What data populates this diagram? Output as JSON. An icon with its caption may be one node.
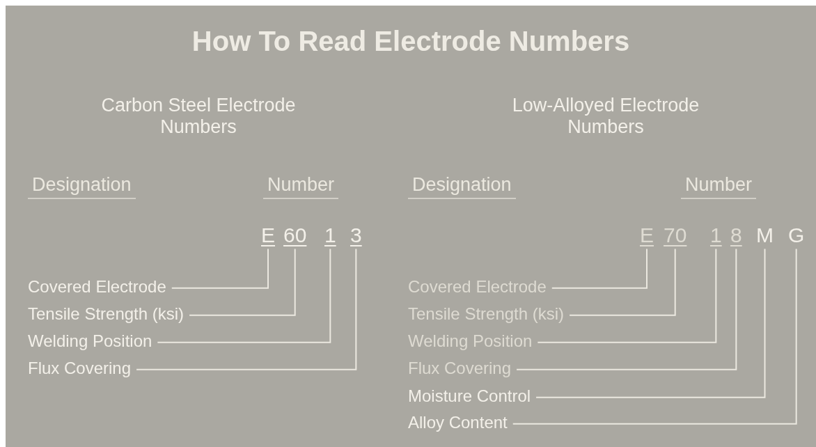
{
  "diagram": {
    "title": "How To Read Electrode Numbers",
    "nodes": [
      {
        "text": [
          "E"
        ]
      },
      {
        "text": [
          "60"
        ]
      },
      {
        "text": [
          "1"
        ]
      },
      {
        "text": [
          "3"
        ]
      },
      {
        "text": [
          "E"
        ]
      },
      {
        "text": [
          "70"
        ]
      },
      {
        "text": [
          "1"
        ]
      },
      {
        "text": [
          "8"
        ]
      },
      {
        "text": [
          "M"
        ]
      },
      {
        "text": [
          "G"
        ]
      },
      {
        "text": [
          "Covered Electrode"
        ]
      },
      {
        "text": [
          "Tensile Strength (ksi)"
        ]
      },
      {
        "text": [
          "Welding Position"
        ]
      },
      {
        "text": [
          "Flux Covering"
        ]
      },
      {
        "text": [
          "Covered Electrode"
        ]
      },
      {
        "text": [
          "Tensile Strength (ksi)"
        ]
      },
      {
        "text": [
          "Welding Position"
        ]
      },
      {
        "text": [
          "Flux Covering"
        ]
      },
      {
        "text": [
          "Moisture Control"
        ]
      },
      {
        "text": [
          "Alloy Content"
        ]
      }
    ],
    "edges": [
      {
        "from": 10,
        "to": 0,
        "arrow": "none"
      },
      {
        "from": 11,
        "to": 1,
        "arrow": "none"
      },
      {
        "from": 12,
        "to": 2,
        "arrow": "none"
      },
      {
        "from": 13,
        "to": 3,
        "arrow": "none"
      },
      {
        "from": 14,
        "to": 4,
        "arrow": "none"
      },
      {
        "from": 15,
        "to": 5,
        "arrow": "none"
      },
      {
        "from": 16,
        "to": 6,
        "arrow": "none"
      },
      {
        "from": 17,
        "to": 7,
        "arrow": "none"
      },
      {
        "from": 18,
        "to": 8,
        "arrow": "none"
      },
      {
        "from": 19,
        "to": 9,
        "arrow": "none"
      }
    ],
    "labels": [
      "Carbon Steel Electrode Numbers",
      "Low-Alloyed Electrode Numbers",
      "Designation",
      "Number",
      "Designation",
      "Number"
    ]
  }
}
